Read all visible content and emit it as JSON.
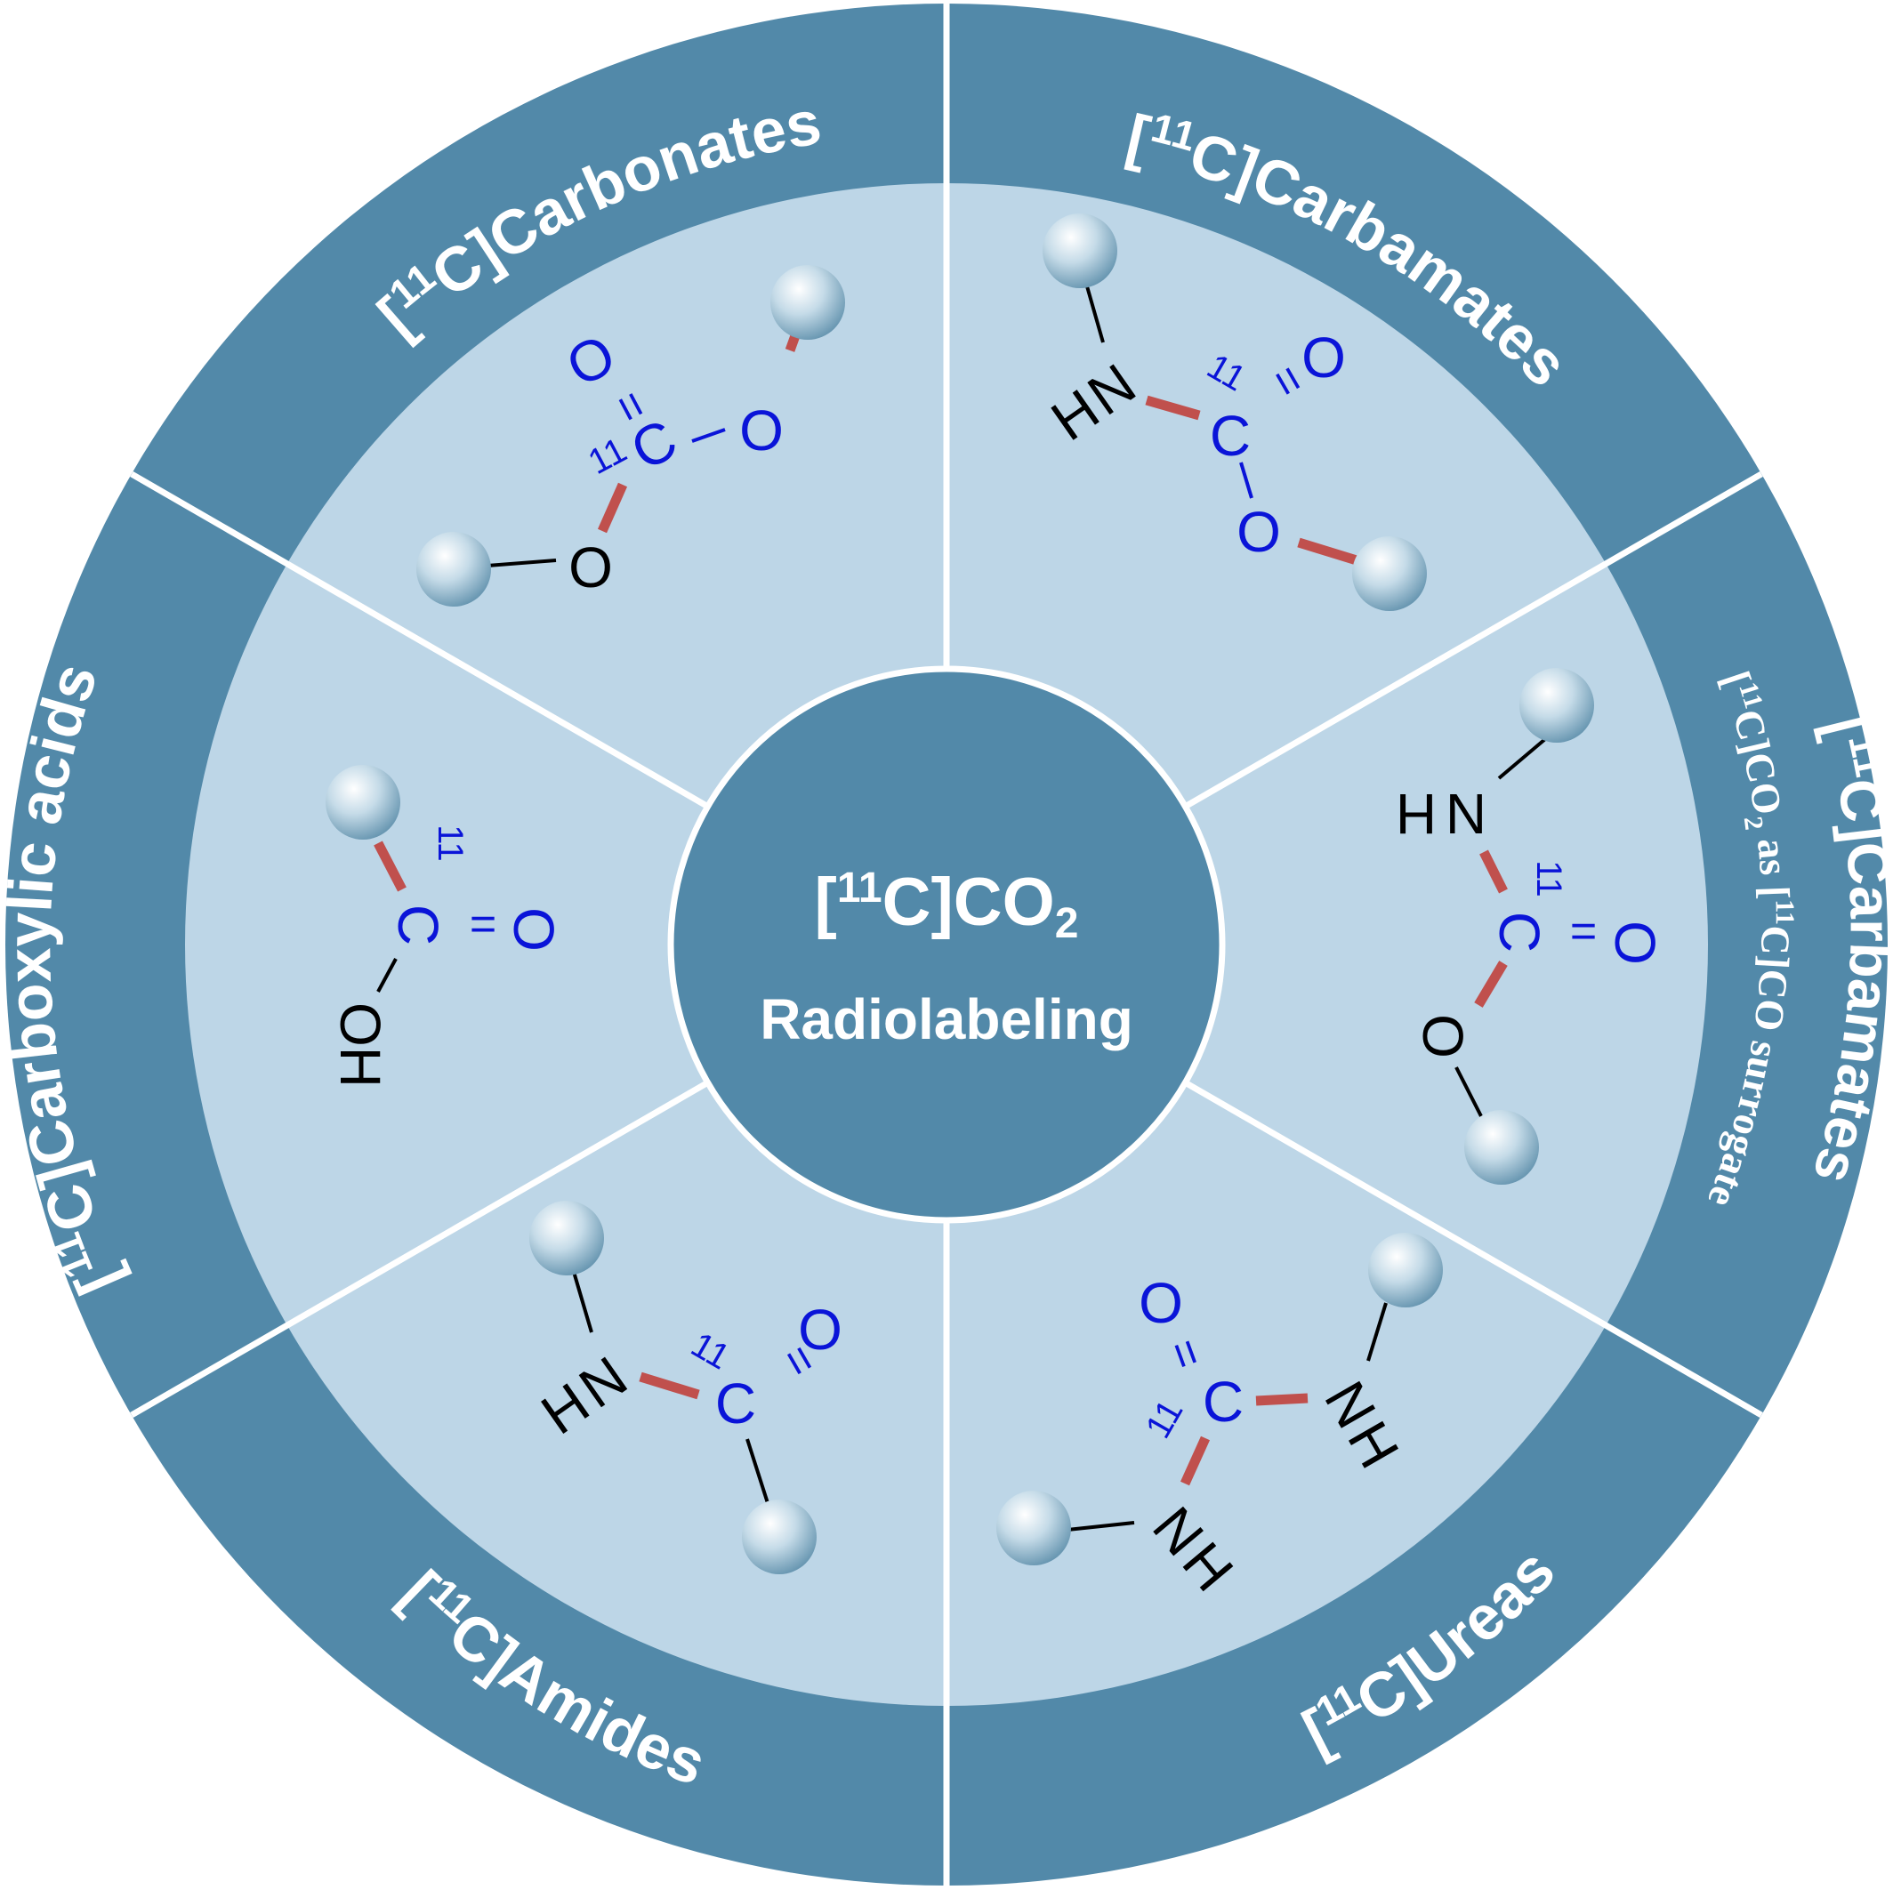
{
  "colors": {
    "ring": "#5289a9",
    "inner": "#bdd6e7",
    "divider": "#ffffff",
    "atom_label": "#0a14d8",
    "heteroatom_label": "#000000",
    "labeled_bond": "#c0504d",
    "plain_bond": "#000000"
  },
  "center": {
    "title": "[11C]CO2",
    "subtitle": "Radiolabeling"
  },
  "segments": [
    {
      "id": "carbonates",
      "label": "[11C]Carbonates"
    },
    {
      "id": "carbamates",
      "label": "[11C]Carbamates"
    },
    {
      "id": "carbamates-co",
      "label": "[11C]Carbamates",
      "sublabel": "[11C]CO2 as [11C]CO surrogate"
    },
    {
      "id": "ureas",
      "label": "[11C]Ureas"
    },
    {
      "id": "amides",
      "label": "[11C]Amides"
    },
    {
      "id": "carboxylic-acids",
      "label": "[11C]Carboxylic acids"
    }
  ],
  "structures": {
    "carbonyl_oxygen": "O",
    "carbon": "C",
    "isotope_mark": "11",
    "ester_oxygen": "O",
    "nitrogen": "N",
    "hydrogen": "H",
    "hydroxyl": "OH",
    "double_bond": "="
  }
}
